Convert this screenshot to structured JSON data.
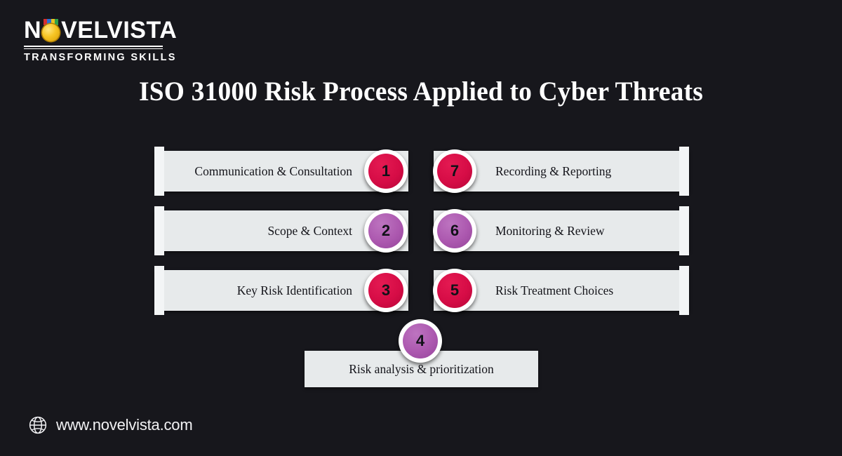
{
  "background_color": "#17171c",
  "brand": {
    "name_part1": "N",
    "medal_icon": "gold-medal-icon",
    "name_part2": "VELVISTA",
    "full_name": "NOVELVISTA",
    "tagline": "TRANSFORMING SKILLS",
    "ribbon_colors": [
      "#d62f2f",
      "#2b6fd4",
      "#e8c220",
      "#2fa04a"
    ],
    "medal_color": "#f6c524"
  },
  "title": "ISO 31000 Risk Process Applied to Cyber Threats",
  "colors": {
    "card_fill": "#e7eaeb",
    "card_tab": "#f3f5f6",
    "crimson": "#d60c46",
    "purple": "#ac58af",
    "text_dark": "#14141a",
    "text_light": "#ffffff"
  },
  "steps": {
    "left_column": [
      {
        "number": "1",
        "label": "Communication & Consultation",
        "color": "crimson"
      },
      {
        "number": "2",
        "label": "Scope & Context",
        "color": "purple"
      },
      {
        "number": "3",
        "label": "Key Risk Identification",
        "color": "crimson"
      }
    ],
    "right_column": [
      {
        "number": "7",
        "label": "Recording & Reporting",
        "color": "crimson"
      },
      {
        "number": "6",
        "label": "Monitoring & Review",
        "color": "purple"
      },
      {
        "number": "5",
        "label": "Risk Treatment Choices",
        "color": "crimson"
      }
    ],
    "center": {
      "number": "4",
      "label": "Risk analysis & prioritization",
      "color": "purple"
    }
  },
  "footer": {
    "icon": "globe-icon",
    "url": "www.novelvista.com"
  }
}
